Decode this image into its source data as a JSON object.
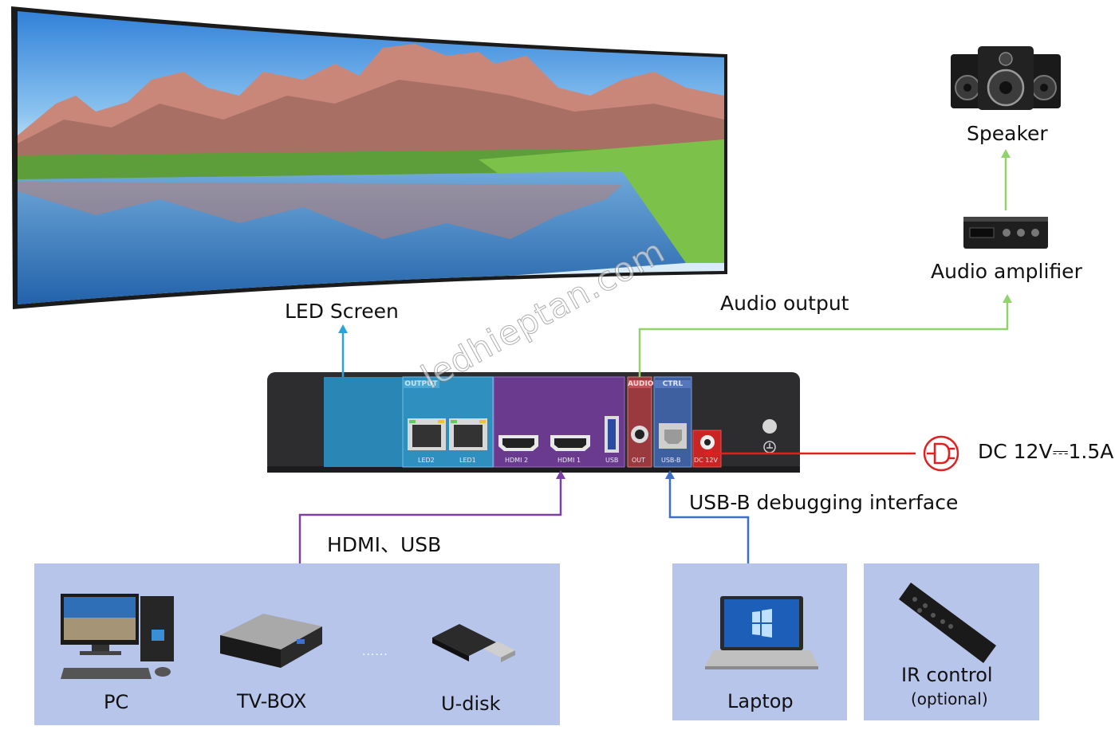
{
  "labels": {
    "led_screen": "LED Screen",
    "audio_output": "Audio output",
    "speaker": "Speaker",
    "audio_amplifier": "Audio amplifier",
    "dc_power": "DC 12V⎓1.5A",
    "usb_b_debug": "USB-B debugging interface",
    "hdmi_usb": "HDMI、USB"
  },
  "device": {
    "output_group": "OUTPUT",
    "audio_group": "AUDIO",
    "ctrl_group": "CTRL",
    "ports": {
      "led2": "LED2",
      "led1": "LED1",
      "hdmi2": "HDMI 2",
      "hdmi1": "HDMI 1",
      "usb": "USB",
      "out": "OUT",
      "usb_b": "USB-B",
      "dc12v": "DC 12V"
    }
  },
  "sources": {
    "pc": "PC",
    "tvbox": "TV-BOX",
    "ellipsis": "······",
    "udisk": "U-disk",
    "laptop": "Laptop",
    "ir_control": "IR control",
    "ir_optional": "(optional)"
  },
  "watermark": "ledhieptan.com",
  "colors": {
    "led_line": "#2aa3d6",
    "audio_line": "#8fd36a",
    "hdmi_line": "#7b3fa6",
    "usb_line": "#3f6fc5",
    "power_line": "#e02020",
    "panel_bg": "#b8c5ea",
    "device_body": "#2d2d30"
  }
}
